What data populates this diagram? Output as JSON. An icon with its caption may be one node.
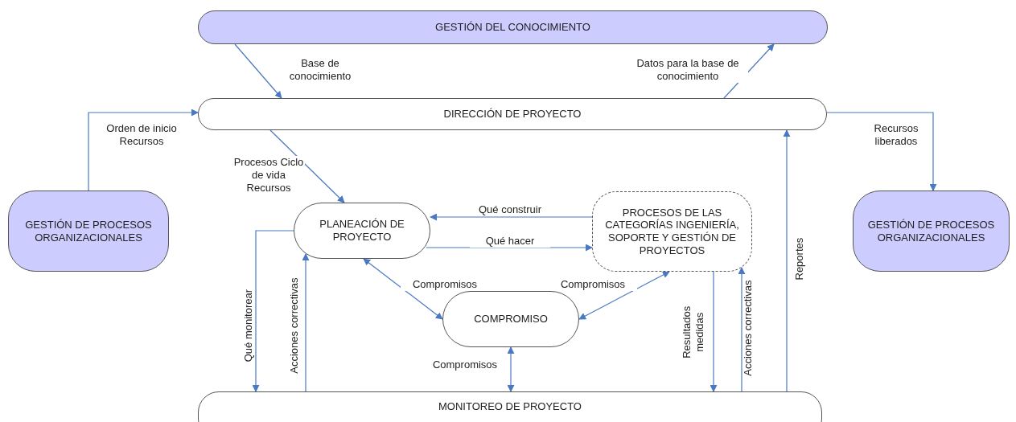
{
  "diagram": {
    "nodes": [
      {
        "text": [
          "GESTIÓN DEL CONOCIMIENTO"
        ]
      },
      {
        "text": [
          "DIRECCIÓN DE PROYECTO"
        ]
      },
      {
        "text": [
          "GESTIÓN DE PROCESOS ORGANIZACIONALES"
        ]
      },
      {
        "text": [
          "GESTIÓN DE PROCESOS ORGANIZACIONALES"
        ]
      },
      {
        "text": [
          "PLANEACIÓN DE PROYECTO"
        ]
      },
      {
        "text": [
          "PROCESOS DE LAS CATEGORÍAS INGENIERÍA, SOPORTE Y GESTIÓN DE PROYECTOS"
        ]
      },
      {
        "text": [
          "COMPROMISO"
        ]
      },
      {
        "text": [
          "MONITOREO DE PROYECTO"
        ]
      }
    ],
    "edges": [
      {
        "from": 0,
        "to": 1,
        "arrow": "to",
        "label": "Base de conocimiento"
      },
      {
        "from": 1,
        "to": 0,
        "arrow": "to",
        "label": "Datos para la base de conocimiento"
      },
      {
        "from": 2,
        "to": 1,
        "arrow": "to",
        "label": "Orden de inicio Recursos"
      },
      {
        "from": 1,
        "to": 3,
        "arrow": "to",
        "label": "Recursos liberados"
      },
      {
        "from": 1,
        "to": 4,
        "arrow": "to",
        "label": "Procesos Ciclo de vida Recursos"
      },
      {
        "from": 5,
        "to": 4,
        "arrow": "to",
        "label": "Qué construir"
      },
      {
        "from": 4,
        "to": 5,
        "arrow": "to",
        "label": "Qué hacer"
      },
      {
        "from": 4,
        "to": 6,
        "arrow": "both",
        "label": "Compromisos"
      },
      {
        "from": 6,
        "to": 5,
        "arrow": "both",
        "label": "Compromisos"
      },
      {
        "from": 4,
        "to": 7,
        "arrow": "to",
        "label": "Qué monitorear"
      },
      {
        "from": 7,
        "to": 4,
        "arrow": "to",
        "label": "Acciones correctivas"
      },
      {
        "from": 6,
        "to": 7,
        "arrow": "both",
        "label": "Compromisos"
      },
      {
        "from": 5,
        "to": 7,
        "arrow": "to",
        "label": "Resultados medidas"
      },
      {
        "from": 7,
        "to": 5,
        "arrow": "to",
        "label": "Acciones correctivas"
      },
      {
        "from": 7,
        "to": 1,
        "arrow": "to",
        "label": "Reportes"
      }
    ]
  }
}
